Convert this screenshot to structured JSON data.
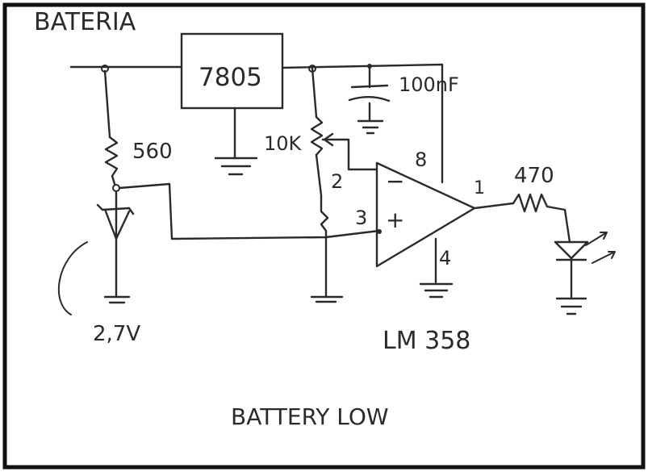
{
  "labels": {
    "bateria": "BATERIA",
    "regulator": "7805",
    "capacitor": "100nF",
    "r1": "560",
    "pot": "10K",
    "pin2": "2",
    "pin3": "3",
    "pin8": "8",
    "pin4": "4",
    "pin1": "1",
    "r2": "470",
    "zener": "2,7V",
    "opamp": "LM 358",
    "caption": "BATTERY LOW",
    "minus": "−",
    "plus": "+"
  }
}
